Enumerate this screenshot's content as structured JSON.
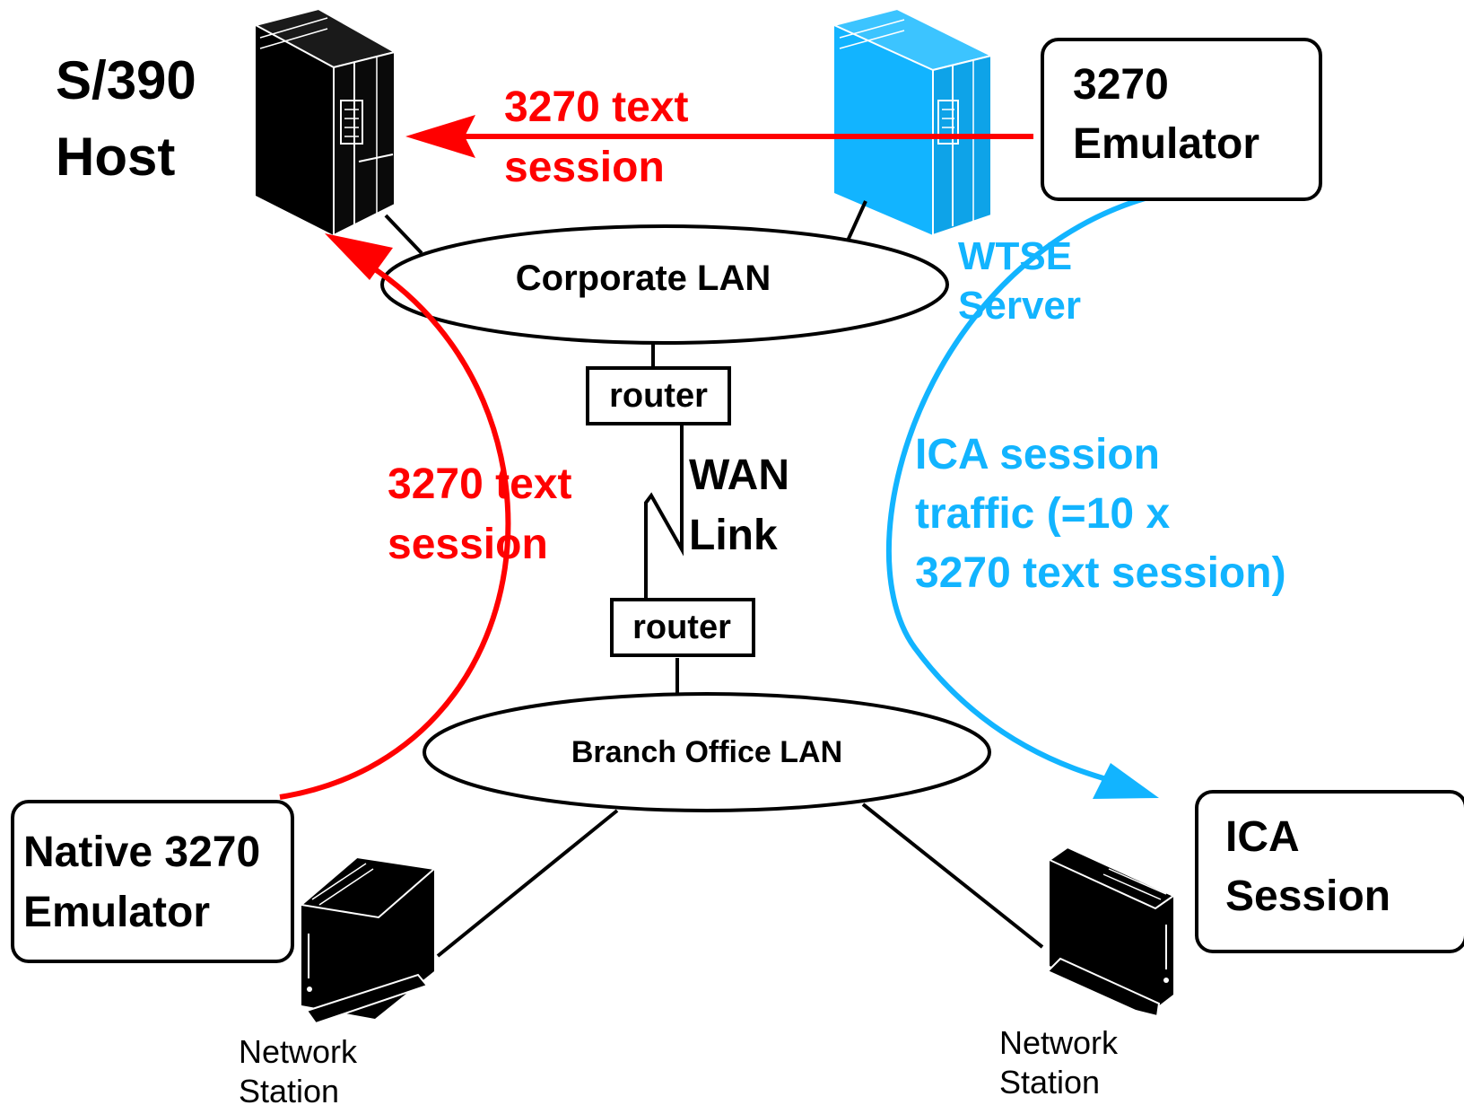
{
  "colors": {
    "red": "#ff0000",
    "blue": "#12b4ff",
    "black": "#000000",
    "white": "#ffffff"
  },
  "host": {
    "line1": "S/390",
    "line2": "Host"
  },
  "top_emulator": {
    "line1": "3270",
    "line2": "Emulator"
  },
  "top_session": {
    "line1": "3270 text",
    "line2": "session"
  },
  "corporate_lan": "Corporate LAN",
  "wtse_server": {
    "line1": "WTSE",
    "line2": "Server"
  },
  "router_top": "router",
  "router_bottom": "router",
  "wan_link": {
    "line1": "WAN",
    "line2": "Link"
  },
  "left_session": {
    "line1": "3270 text",
    "line2": "session"
  },
  "ica_traffic": {
    "line1": "ICA session",
    "line2": "traffic (=10 x",
    "line3": "3270 text session)"
  },
  "branch_lan": "Branch Office LAN",
  "native_emulator": {
    "line1": "Native 3270",
    "line2": "Emulator"
  },
  "ica_session": {
    "line1": "ICA",
    "line2": "Session"
  },
  "left_station": {
    "line1": "Network",
    "line2": "Station"
  },
  "right_station": {
    "line1": "Network",
    "line2": "Station"
  },
  "icons": {
    "host": "mainframe-tower-icon",
    "server": "server-tower-icon",
    "left_station": "network-station-icon",
    "right_station": "network-station-icon"
  }
}
